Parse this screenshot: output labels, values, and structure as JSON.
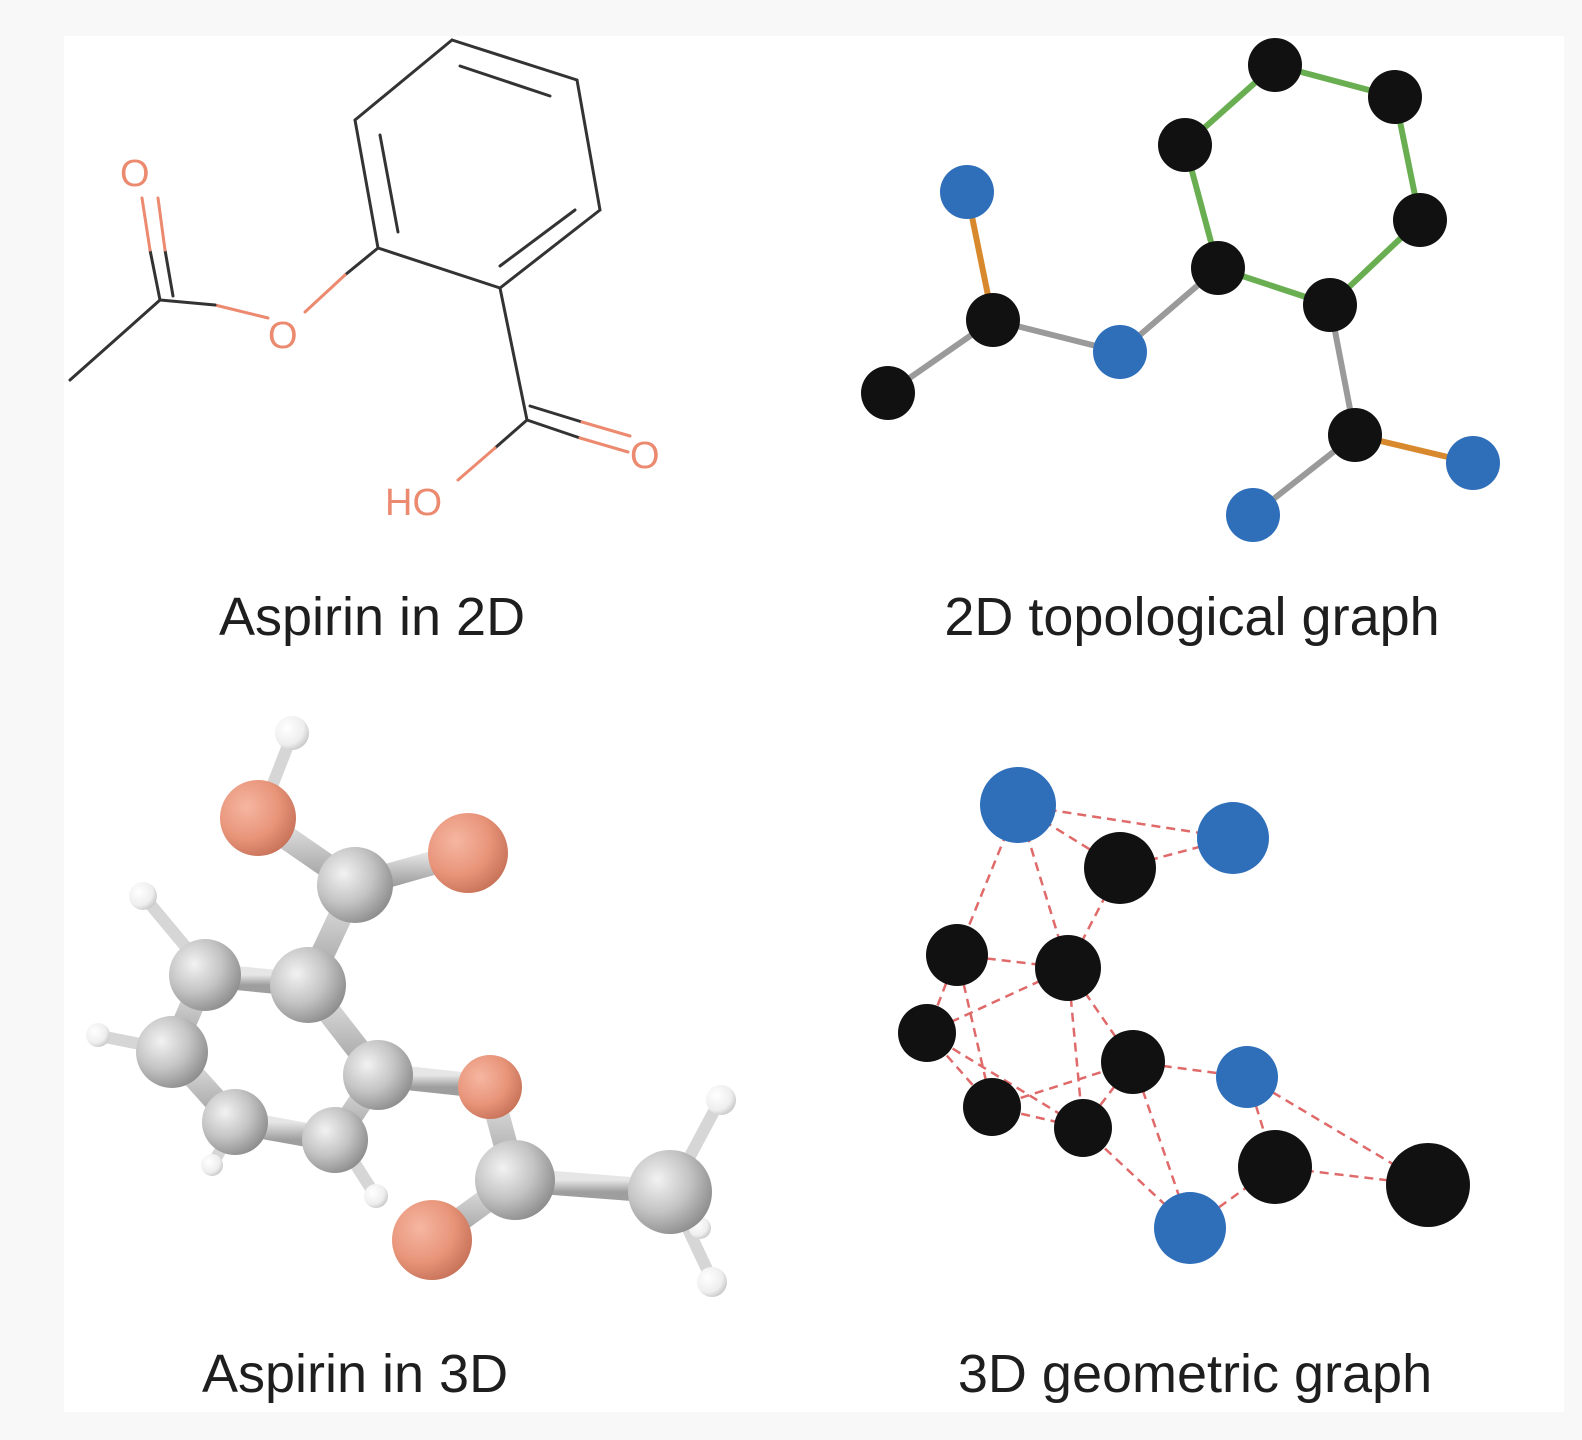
{
  "captions": {
    "aspirin_2d": "Aspirin in 2D",
    "topo_graph": "2D topological graph",
    "aspirin_3d": "Aspirin in 3D",
    "geo_graph": "3D geometric graph"
  },
  "atom_labels": {
    "o_top": "O",
    "o_ester": "O",
    "o_carbonyl": "O",
    "ho": "HO"
  },
  "colors": {
    "oxygen": "#ec8a70",
    "bond": "#333333",
    "carbon_node": "#111111",
    "hetero_node": "#2f6fba",
    "ring_edge": "#6aae52",
    "double_edge": "#d8892d",
    "single_edge": "#9a9a9a",
    "distance_edge": "#e06a6a",
    "ball_carbon": "#bdbdbd",
    "ball_oxygen": "#e8957a",
    "ball_hydrogen": "#f0f0f0"
  }
}
